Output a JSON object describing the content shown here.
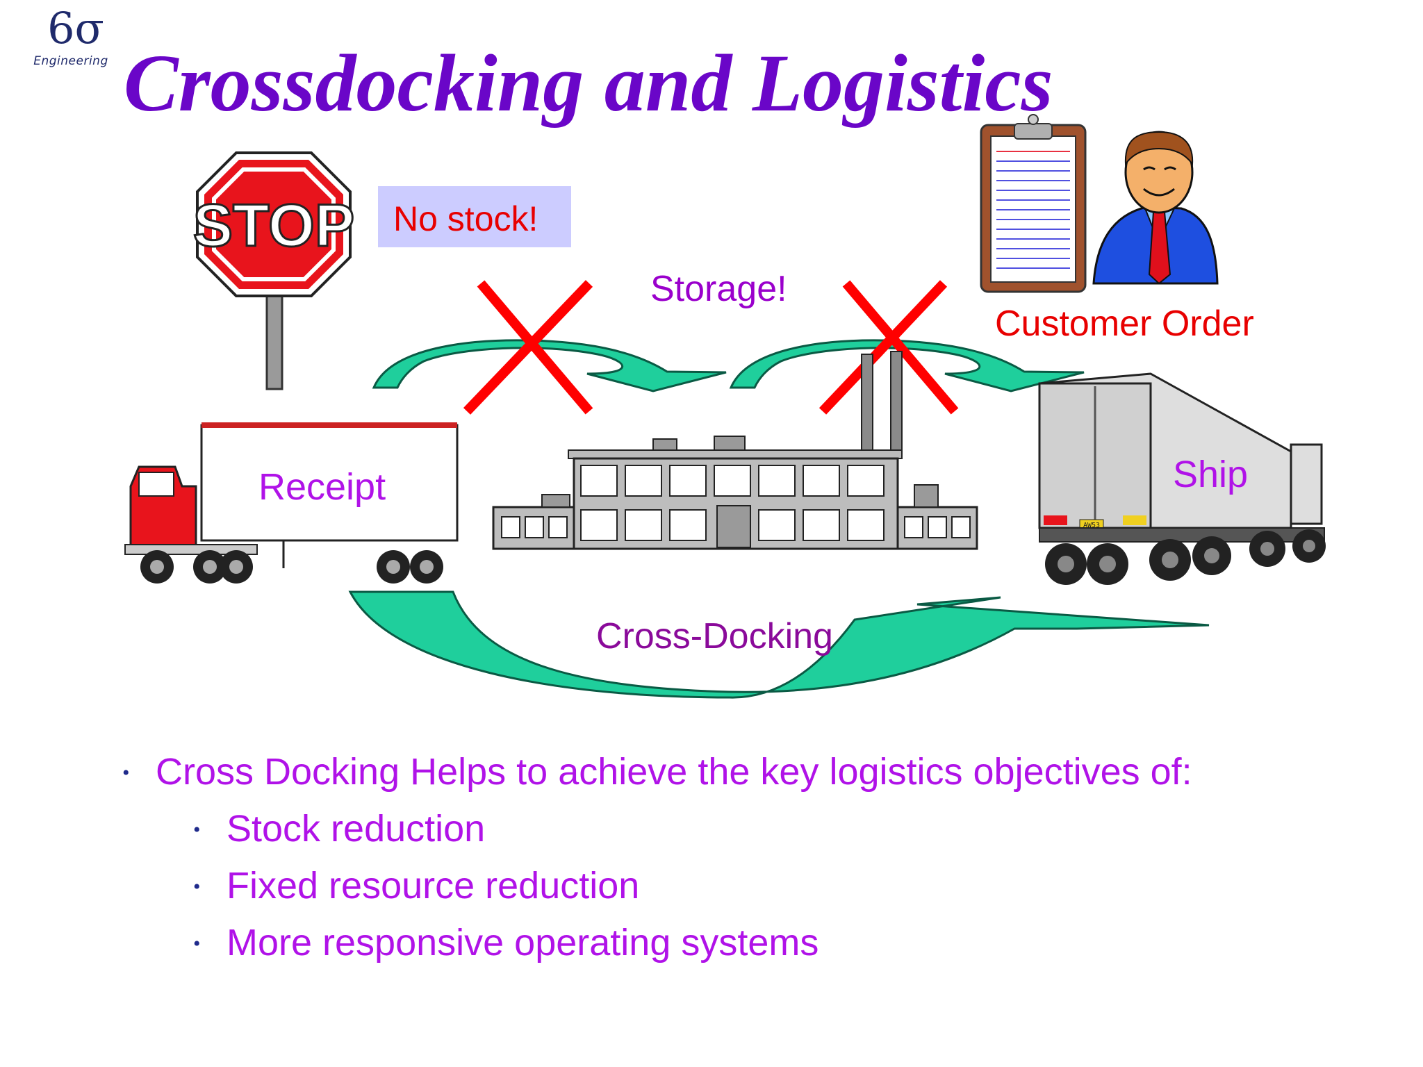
{
  "logo": {
    "symbol": "6σ",
    "subtitle": "Engineering",
    "color": "#1f2a6b"
  },
  "title": "Crossdocking and Logistics",
  "diagram": {
    "stop_sign_text": "STOP",
    "no_stock_label": "No stock!",
    "storage_label": "Storage!",
    "customer_order_label": "Customer Order",
    "receipt_label": "Receipt",
    "ship_label": "Ship",
    "cross_docking_label": "Cross-Docking",
    "license_plate": "AW53",
    "colors": {
      "arrow_fill": "#1fcf9c",
      "cross_mark": "#ff0000",
      "label_purple": "#9a00cc",
      "label_red": "#e80000",
      "no_stock_bg": "#ccccff"
    }
  },
  "bullets": {
    "main": "Cross Docking Helps to achieve the key logistics objectives of:",
    "sub": [
      "Stock reduction",
      "Fixed resource reduction",
      "More responsive operating systems"
    ],
    "text_color": "#b012e8",
    "dot_color": "#1f2a8b"
  }
}
